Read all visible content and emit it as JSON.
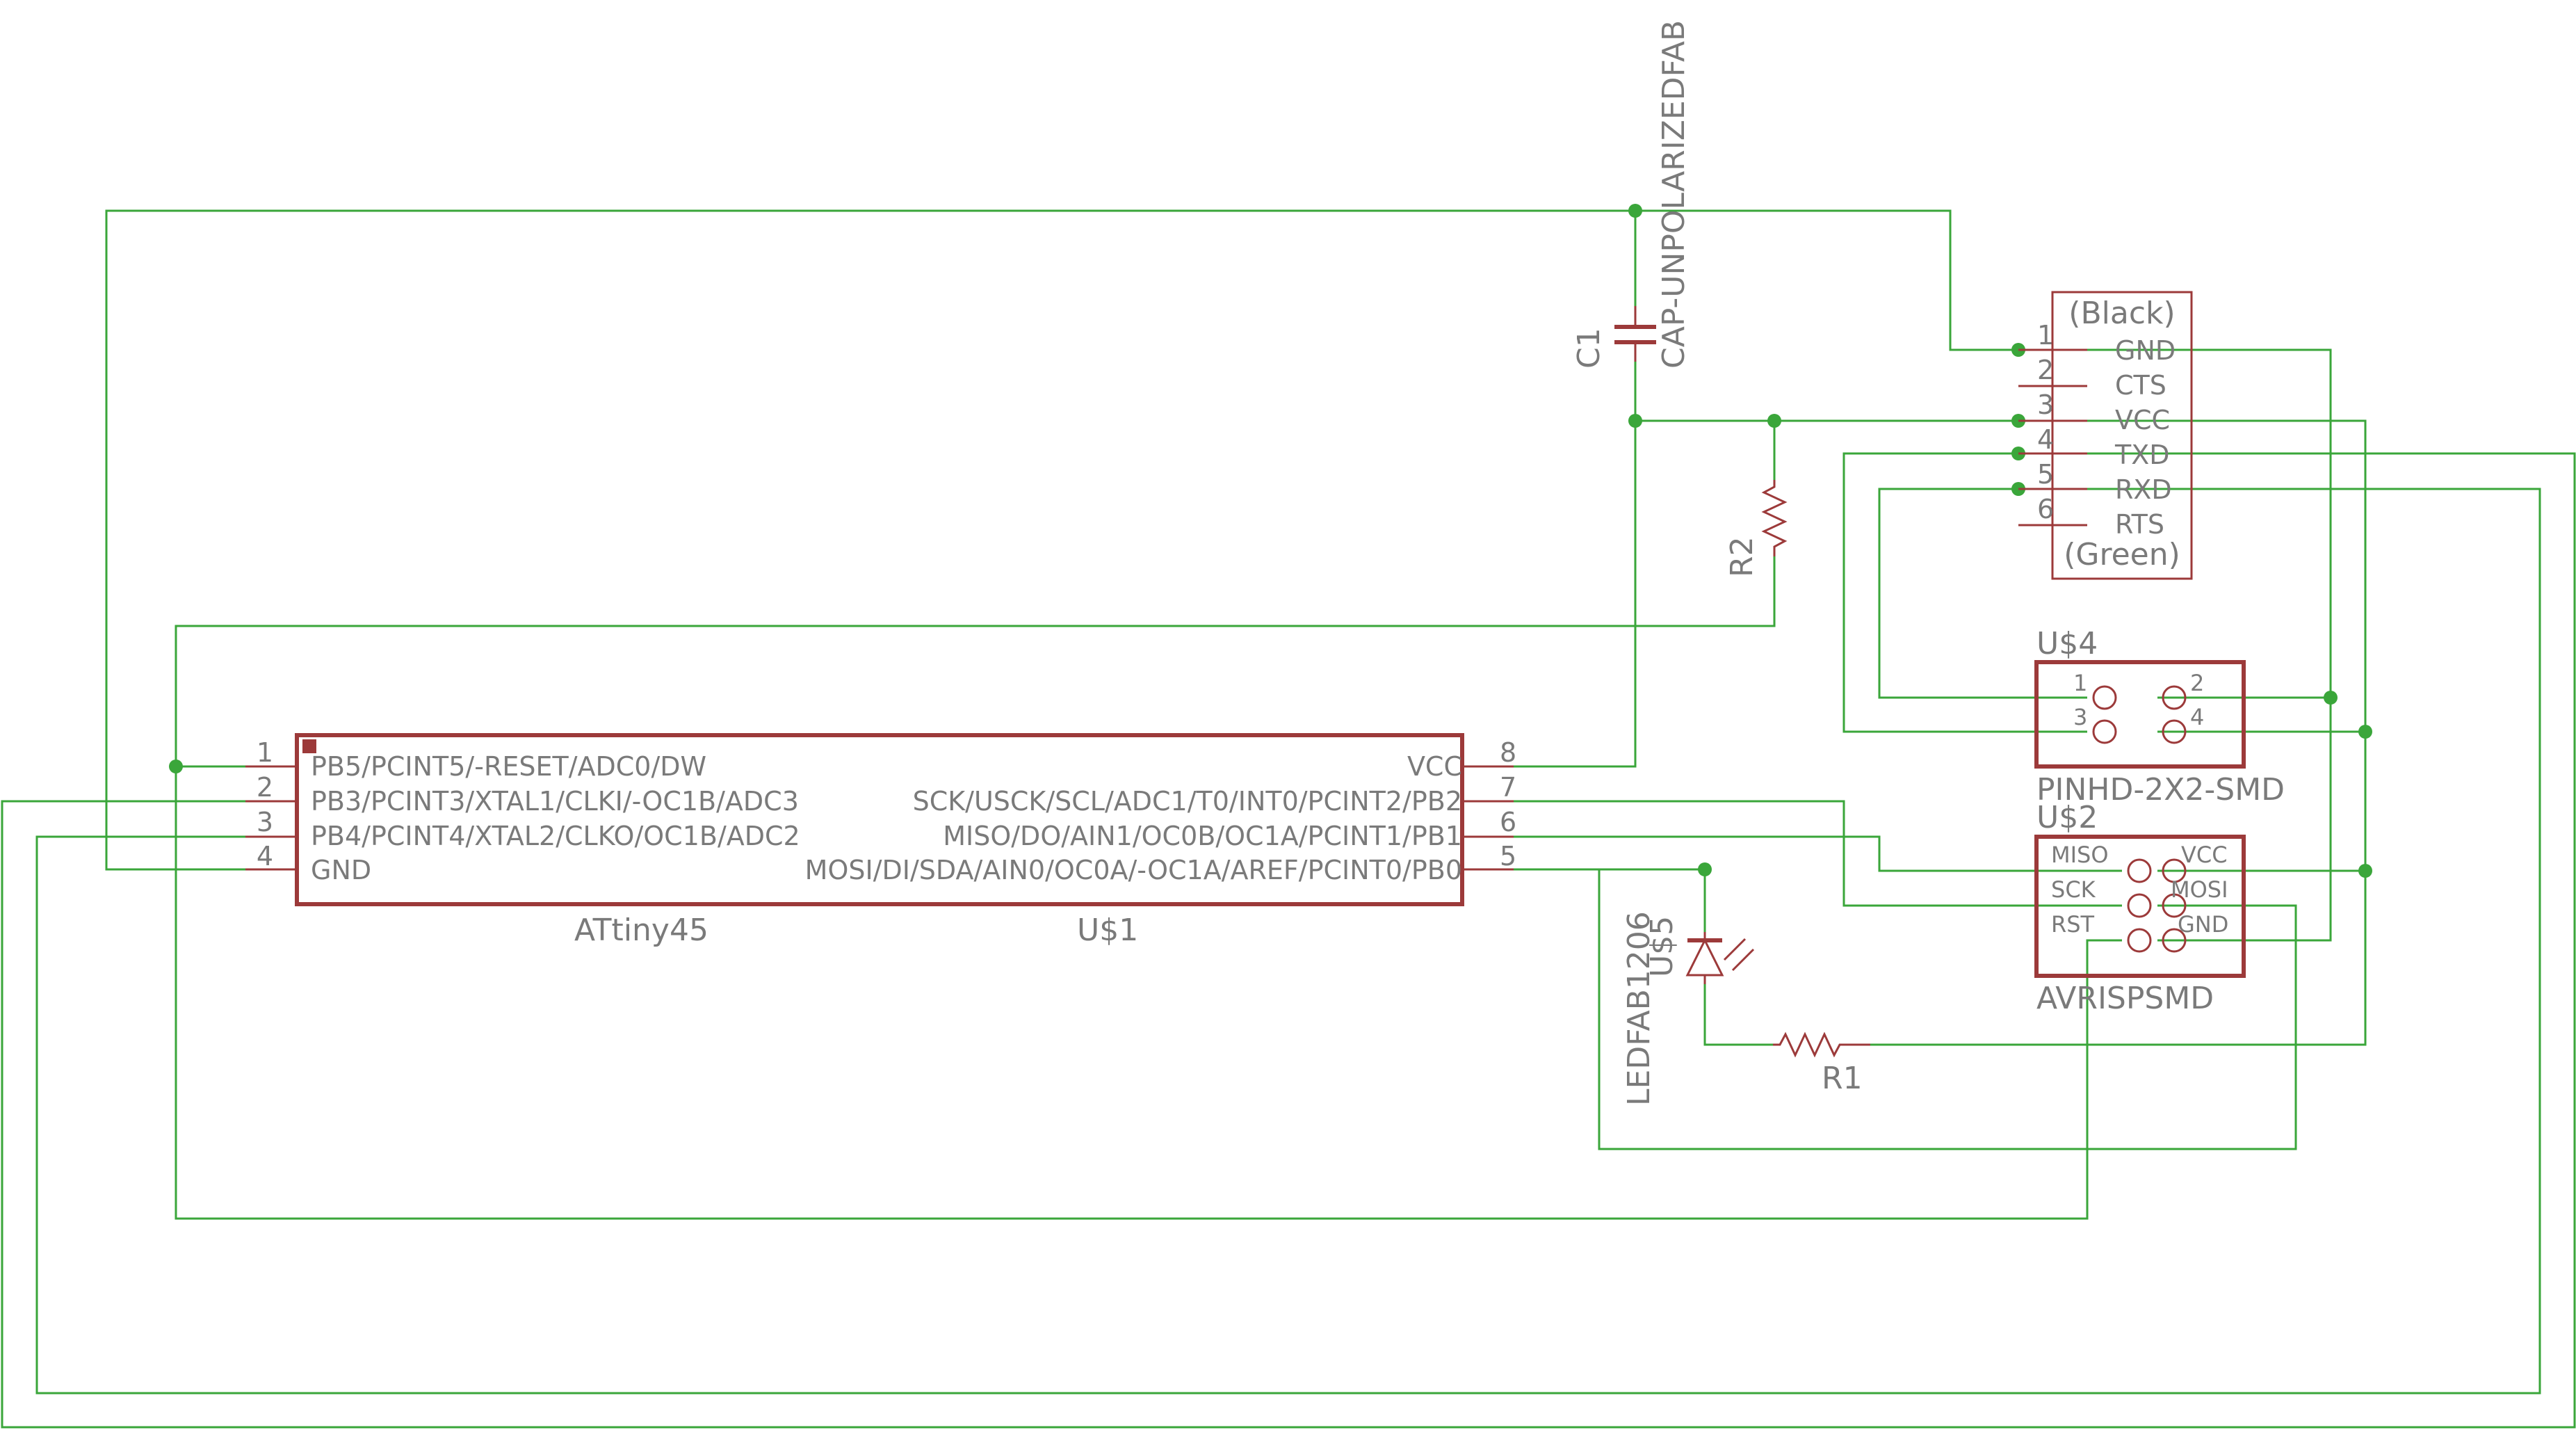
{
  "colors": {
    "wire": "#3aa63a",
    "symbol": "#9c3a3a",
    "text": "#7a7a7a",
    "background": "#ffffff"
  },
  "u1": {
    "name": "U$1",
    "value": "ATtiny45",
    "pin_numbers": [
      "1",
      "2",
      "3",
      "4",
      "8",
      "7",
      "6",
      "5"
    ],
    "left_pins": [
      "PB5/PCINT5/-RESET/ADC0/DW",
      "PB3/PCINT3/XTAL1/CLKI/-OC1B/ADC3",
      "PB4/PCINT4/XTAL2/CLKO/OC1B/ADC2",
      "GND"
    ],
    "right_pins": [
      "VCC",
      "SCK/USCK/SCL/ADC1/T0/INT0/PCINT2/PB2",
      "MISO/DO/AIN1/OC0B/OC1A/PCINT1/PB1",
      "MOSI/DI/SDA/AIN0/OC0A/-OC1A/AREF/PCINT0/PB0"
    ]
  },
  "c1": {
    "name": "C1",
    "value": "CAP-UNPOLARIZEDFAB"
  },
  "r2": {
    "name": "R2"
  },
  "r1": {
    "name": "R1"
  },
  "u5": {
    "name": "U$5",
    "value": "LEDFAB1206"
  },
  "ftdi": {
    "top_label": "(Black)",
    "bottom_label": "(Green)",
    "pin_numbers": [
      "1",
      "2",
      "3",
      "4",
      "5",
      "6"
    ],
    "pin_names": [
      "GND",
      "CTS",
      "VCC",
      "TXD",
      "RXD",
      "RTS"
    ]
  },
  "u4": {
    "name": "U$4",
    "value": "PINHD-2X2-SMD",
    "pin_numbers": [
      "1",
      "2",
      "3",
      "4"
    ]
  },
  "u2": {
    "name": "U$2",
    "value": "AVRISPSMD",
    "pin_names": [
      "MISO",
      "VCC",
      "SCK",
      "MOSI",
      "RST",
      "GND"
    ]
  }
}
